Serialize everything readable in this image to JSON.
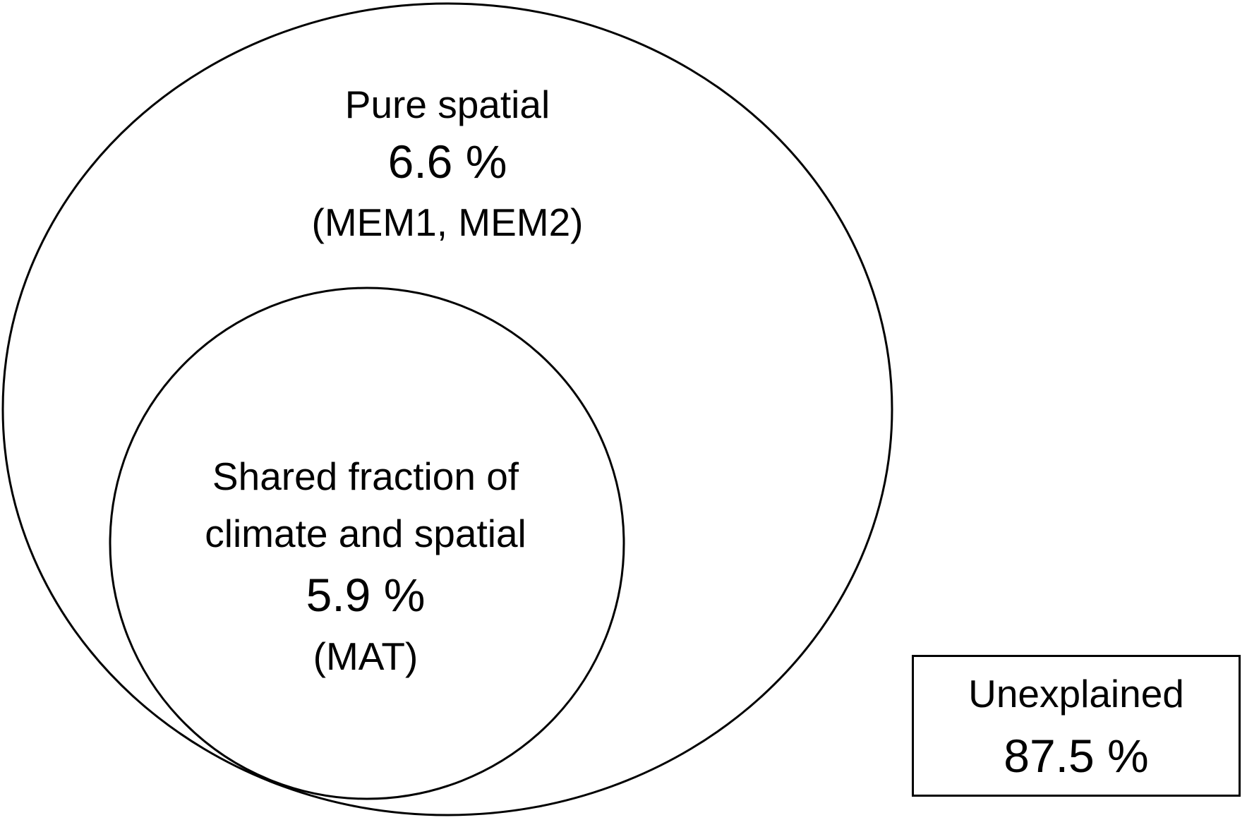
{
  "spatial": {
    "title": "Pure spatial",
    "value": "6.6 %",
    "variables": "(MEM1, MEM2)"
  },
  "shared": {
    "title_line1": "Shared fraction of",
    "title_line2": "climate and spatial",
    "value": "5.9 %",
    "variables": "(MAT)"
  },
  "unexplained": {
    "title": "Unexplained",
    "value": "87.5 %"
  },
  "colors": {
    "stroke": "#000000",
    "fill": "#ffffff"
  }
}
